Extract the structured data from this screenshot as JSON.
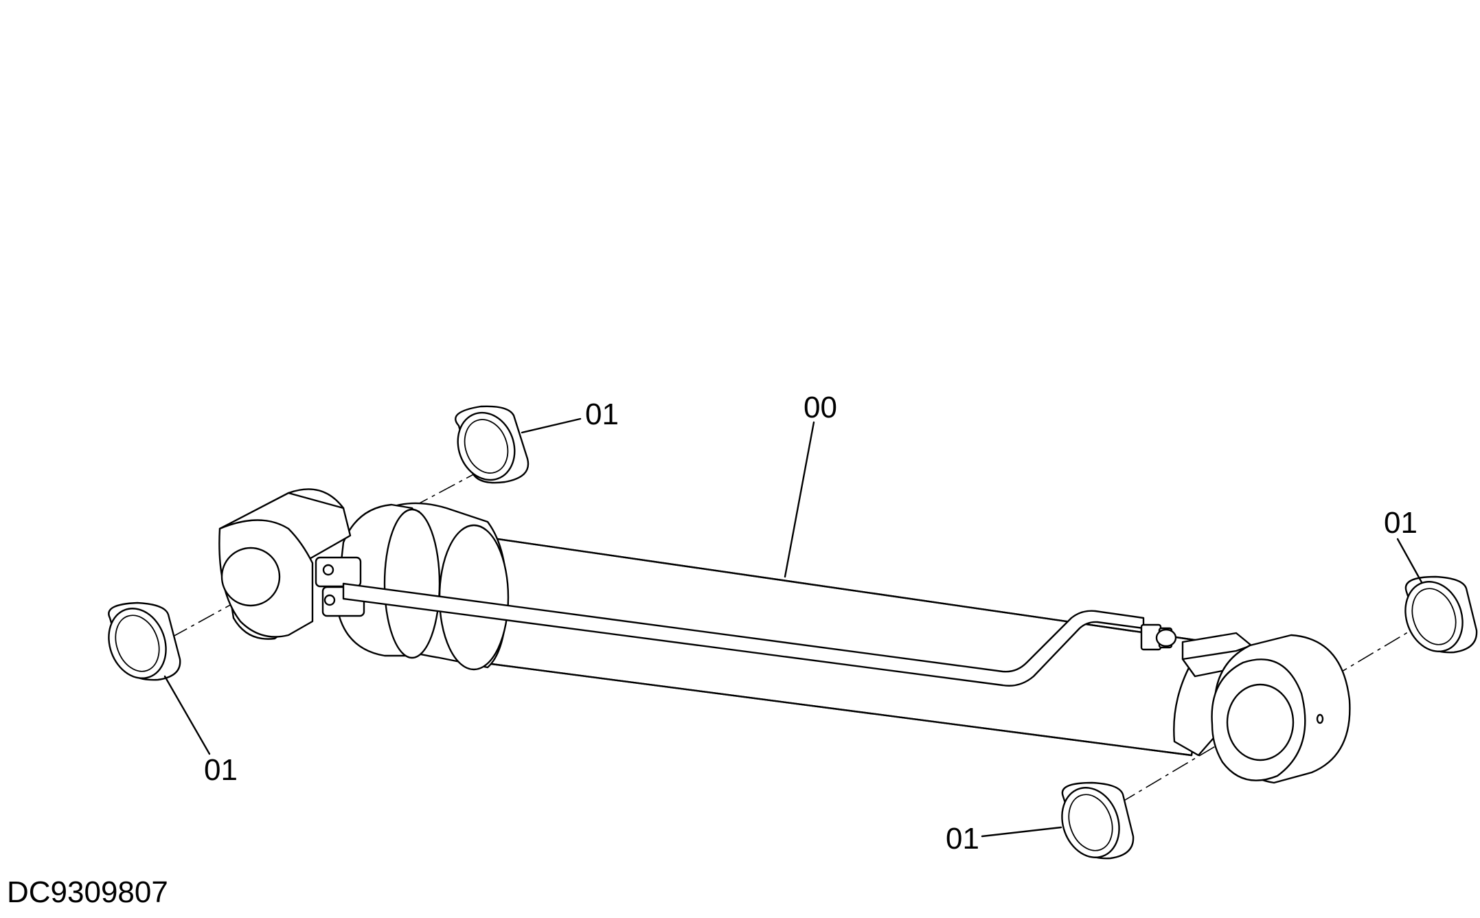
{
  "drawing": {
    "callouts": [
      {
        "id": "body",
        "label": "00"
      },
      {
        "id": "bush-top-left",
        "label": "01"
      },
      {
        "id": "bush-left",
        "label": "01"
      },
      {
        "id": "bush-right",
        "label": "01"
      },
      {
        "id": "bush-bottom-right",
        "label": "01"
      }
    ],
    "drawing_code": "DC9309807"
  }
}
